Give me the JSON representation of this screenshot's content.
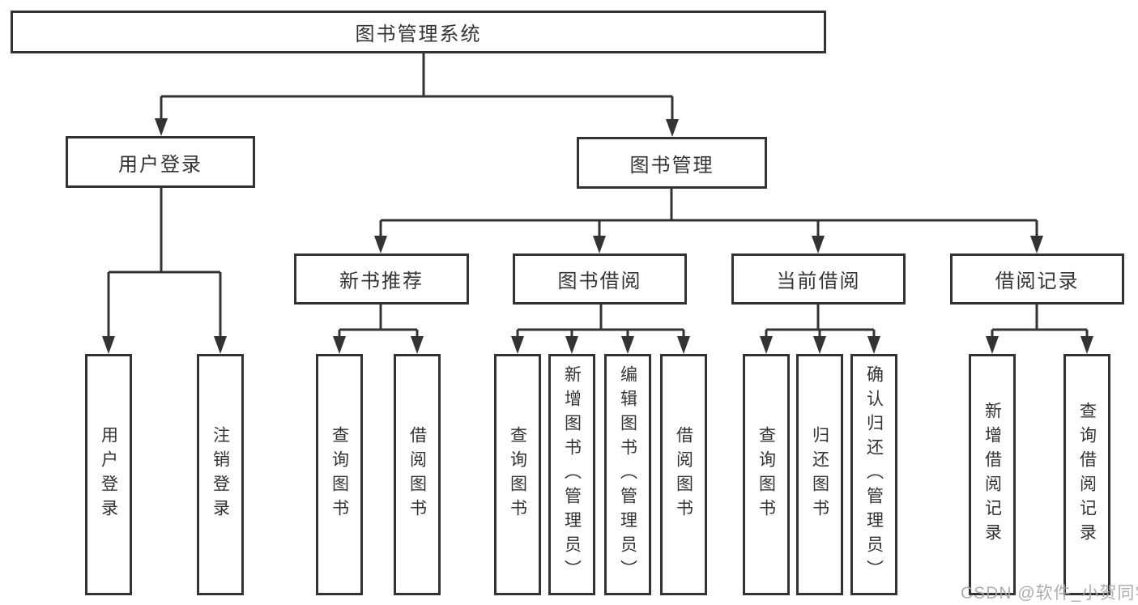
{
  "diagram": {
    "root": {
      "label": "图书管理系统"
    },
    "level2": [
      "用户登录",
      "图书管理"
    ],
    "level3": [
      "新书推荐",
      "图书借阅",
      "当前借阅",
      "借阅记录"
    ],
    "leaves": {
      "user_login": [
        "用户登录",
        "注销登录"
      ],
      "new_books": [
        "查询图书",
        "借阅图书"
      ],
      "book_borrow": [
        "查询图书",
        "新增图书（管理员）",
        "编辑图书（管理员）",
        "借阅图书"
      ],
      "current_borrow": [
        "查询图书",
        "归还图书",
        "确认归还（管理员）"
      ],
      "borrow_records": [
        "新增借阅记录",
        "查询借阅记录"
      ]
    },
    "watermark": "CSDN @软件_小贺同学",
    "colors": {
      "line": "#333333",
      "box_bg": "#ffffff",
      "background": "#ffffff",
      "watermark": "#a6a6a6"
    }
  }
}
